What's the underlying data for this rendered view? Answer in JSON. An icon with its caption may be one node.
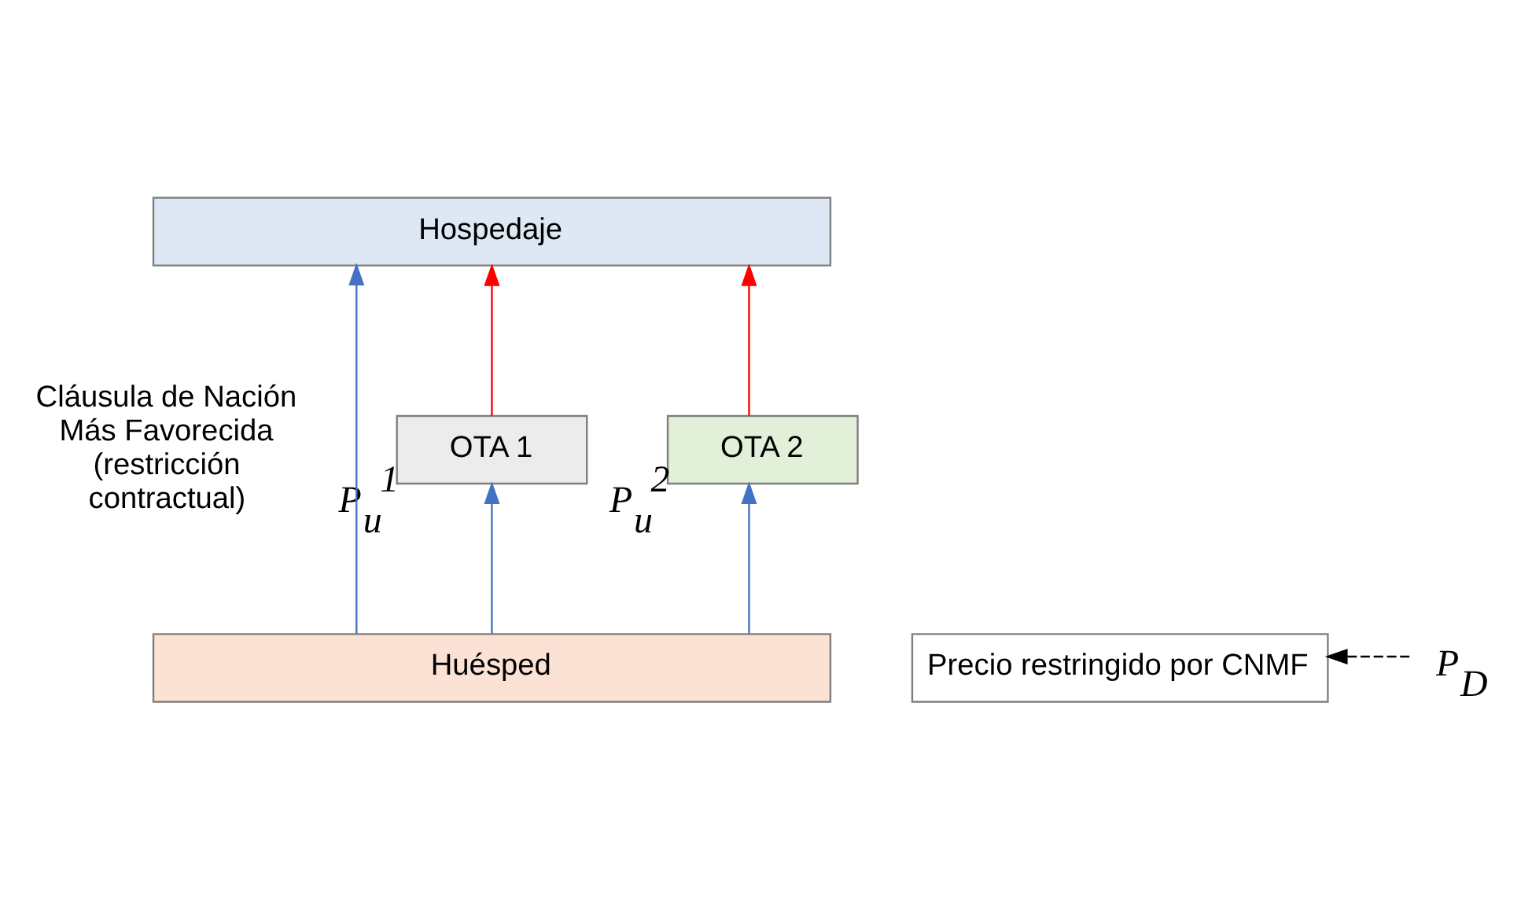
{
  "diagram": {
    "nodes": [
      {
        "text": [
          "Hospedaje"
        ]
      },
      {
        "text": [
          "OTA 1"
        ],
        "beside": [
          "P$_{u}$$^{1}$"
        ]
      },
      {
        "text": [
          "OTA 2"
        ],
        "beside": [
          "P$_{u}$$^{2}$"
        ]
      },
      {
        "text": [
          "Huésped"
        ]
      },
      {
        "text": [
          "Precio restringido por CNMF"
        ]
      },
      {
        "text": [
          "P$_{D}$"
        ]
      }
    ],
    "edges": [
      {
        "from": 1,
        "to": 0,
        "arrow": "to",
        "color": "#ff0000"
      },
      {
        "from": 2,
        "to": 0,
        "arrow": "to",
        "color": "#ff0000"
      },
      {
        "from": 3,
        "to": 1,
        "arrow": "to",
        "color": "#4472c4"
      },
      {
        "from": 3,
        "to": 2,
        "arrow": "to",
        "color": "#4472c4"
      },
      {
        "from": 3,
        "to": 0,
        "arrow": "to",
        "color": "#4472c4"
      },
      {
        "from": 5,
        "to": 4,
        "arrow": "to",
        "style": "dashed",
        "color": "#000000"
      }
    ],
    "labels": [
      "Cláusula de Nación Más Favorecida (restricción contractual)"
    ]
  }
}
